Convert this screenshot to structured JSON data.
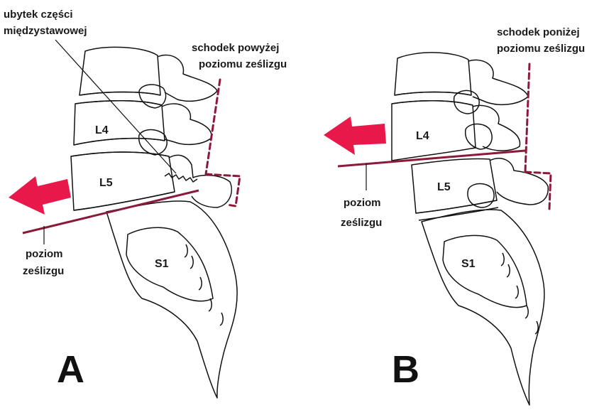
{
  "colors": {
    "accent": "#8b1a3a",
    "arrow": "#e8194a",
    "line": "#111111"
  },
  "panels": [
    {
      "panel_label": "A",
      "vertebrae": {
        "l4": "L4",
        "l5": "L5",
        "s1": "S1"
      },
      "pars_defect": {
        "line1": "ubytek części",
        "line2": "międzystawowej"
      },
      "step": {
        "line1": "schodek powyżej",
        "line2": "poziomu ześlizgu"
      },
      "slip_level": {
        "line1": "poziom",
        "line2": "ześlizgu"
      }
    },
    {
      "panel_label": "B",
      "vertebrae": {
        "l4": "L4",
        "l5": "L5",
        "s1": "S1"
      },
      "step": {
        "line1": "schodek poniżej",
        "line2": "poziomu ześlizgu"
      },
      "slip_level": {
        "line1": "poziom",
        "line2": "ześlizgu"
      }
    }
  ]
}
